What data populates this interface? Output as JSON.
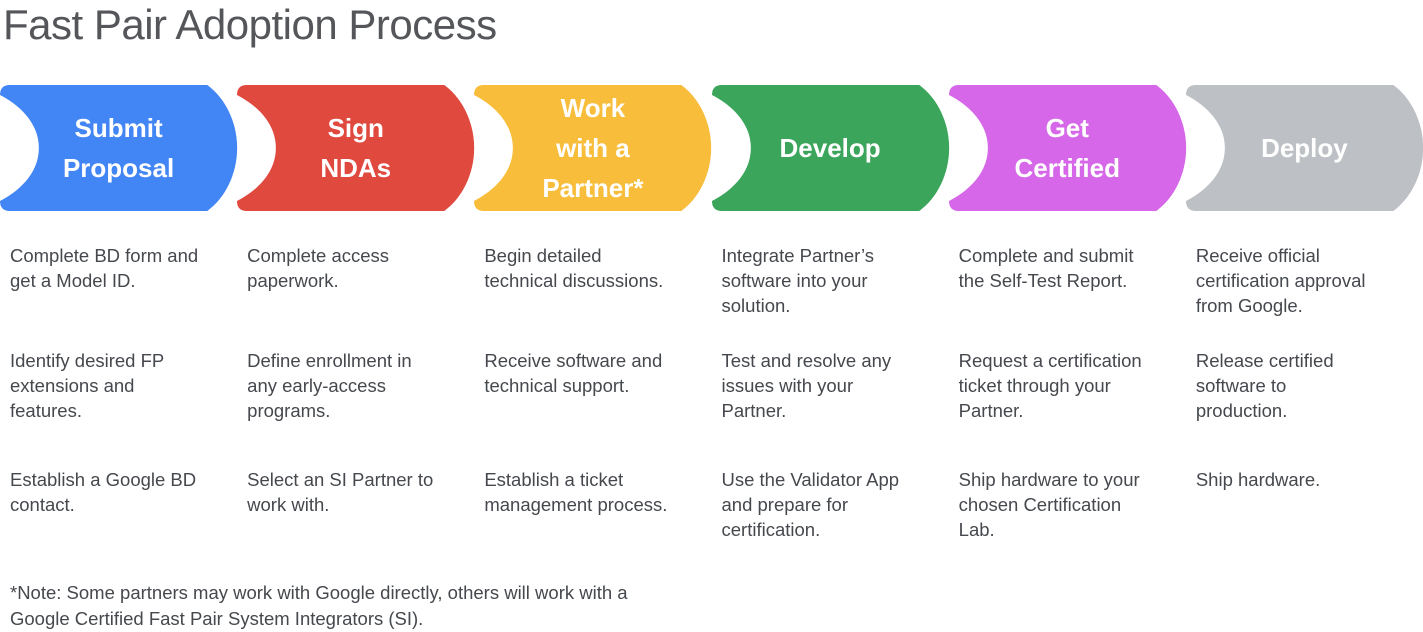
{
  "title": "Fast Pair Adoption Process",
  "colors": {
    "blue": "#4285F4",
    "red": "#E0493D",
    "amber": "#F8BD3A",
    "green": "#3BA55C",
    "magenta": "#D667E9",
    "gray": "#BDC1C6",
    "title_text": "#54565A",
    "body_text": "#45484D",
    "stage_label_text": "#FFFFFF"
  },
  "stages": [
    {
      "name": "submit-proposal",
      "label": "Submit\nProposal",
      "color": "#4285F4",
      "steps": [
        "Complete BD form and\nget a Model ID.",
        "Identify desired FP\nextensions and\nfeatures.",
        "Establish a Google BD\ncontact."
      ]
    },
    {
      "name": "sign-ndas",
      "label": "Sign\nNDAs",
      "color": "#E0493D",
      "steps": [
        "Complete access\npaperwork.",
        "Define enrollment in\nany early-access\nprograms.",
        "Select an SI Partner to\nwork with."
      ]
    },
    {
      "name": "work-with-partner",
      "label": "Work\nwith a\nPartner*",
      "color": "#F8BD3A",
      "steps": [
        "Begin detailed\ntechnical discussions.",
        "Receive software and\ntechnical support.",
        "Establish a ticket\nmanagement process."
      ]
    },
    {
      "name": "develop",
      "label": "Develop",
      "color": "#3BA55C",
      "steps": [
        "Integrate Partner’s\nsoftware into your\nsolution.",
        "Test and resolve any\nissues with your\nPartner.",
        "Use the Validator App\nand prepare for\ncertification."
      ]
    },
    {
      "name": "get-certified",
      "label": "Get\nCertified",
      "color": "#D667E9",
      "steps": [
        "Complete and submit\nthe Self-Test Report.",
        "Request a certification\nticket through your\nPartner.",
        "Ship hardware to your\nchosen Certification\nLab."
      ]
    },
    {
      "name": "deploy",
      "label": "Deploy",
      "color": "#BDC1C6",
      "steps": [
        "Receive official\ncertification approval\nfrom Google.",
        "Release certified\nsoftware to\nproduction.",
        "Ship hardware."
      ]
    }
  ],
  "note": "*Note: Some partners may work with Google directly, others will work with a\nGoogle Certified Fast Pair System Integrators (SI)."
}
